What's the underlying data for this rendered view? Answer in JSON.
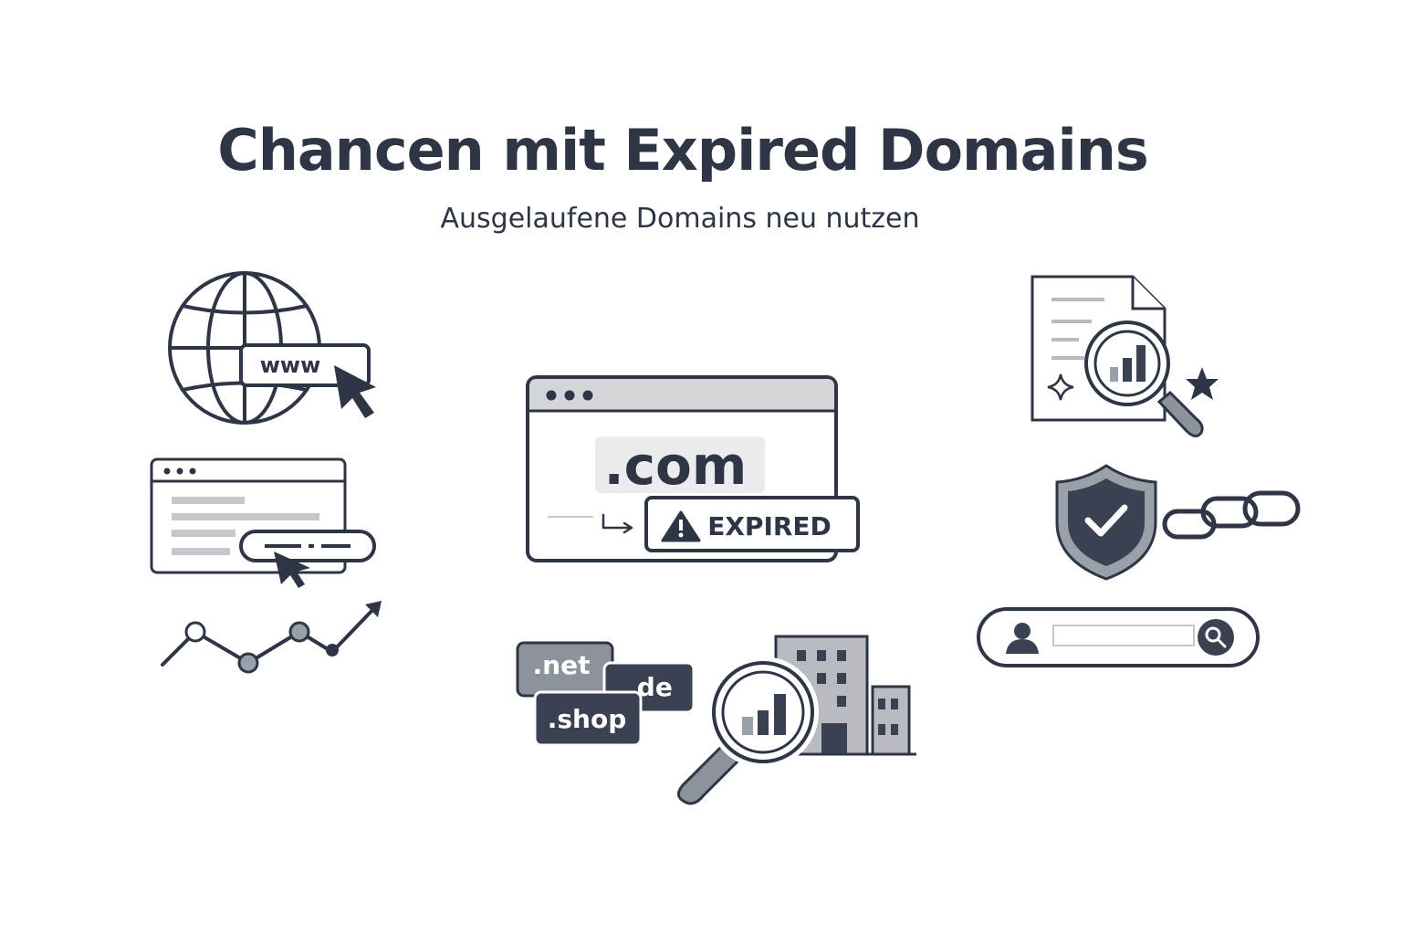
{
  "header": {
    "title": "Chancen mit Expired Domains",
    "subtitle": "Ausgelaufene Domains neu nutzen"
  },
  "illustrations": {
    "globe_url_label": "www",
    "center_domain": ".com",
    "expired_badge": "EXPIRED",
    "tld_tags": [
      ".net",
      ".de",
      ".shop"
    ]
  },
  "colors": {
    "dark": "#2e3545",
    "mid_gray": "#9aa0a8",
    "light_gray": "#d9dbdf"
  }
}
